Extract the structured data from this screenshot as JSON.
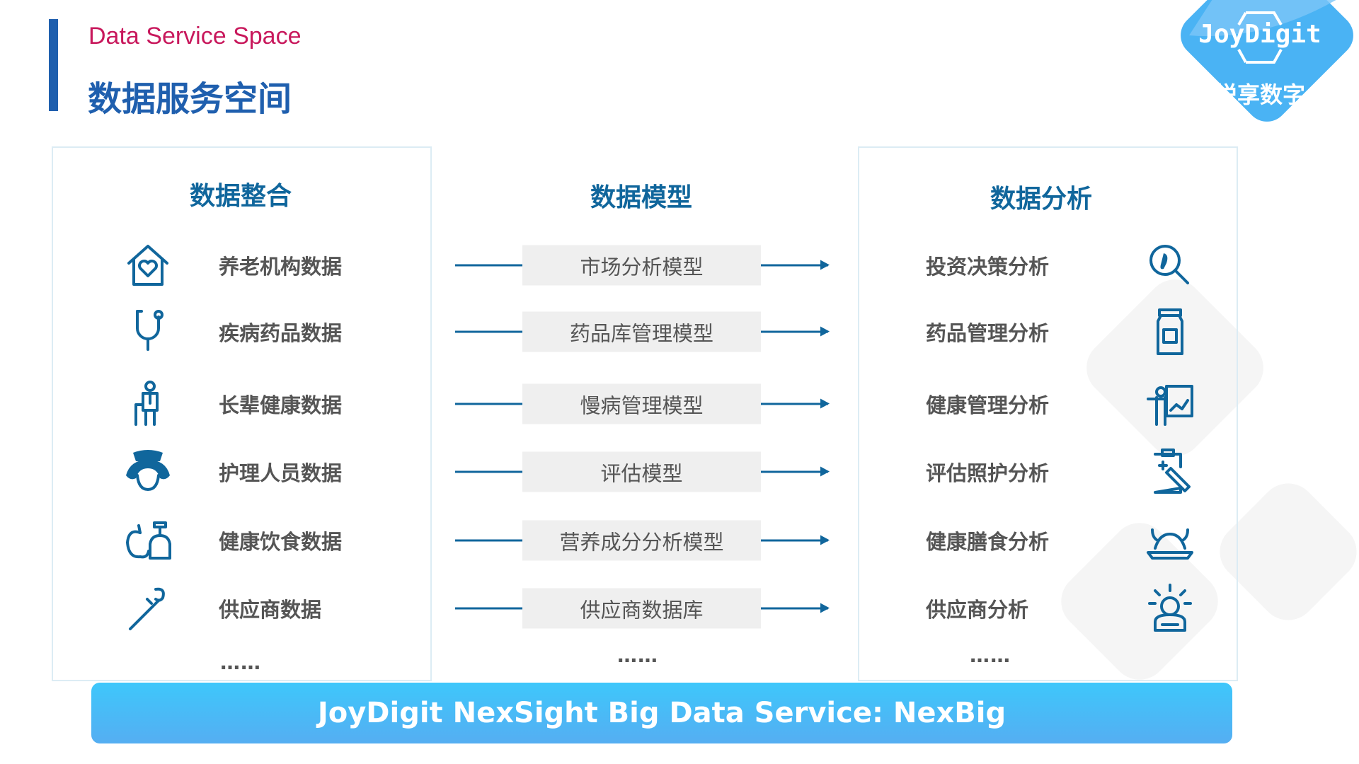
{
  "header": {
    "subtitle": "Data Service Space",
    "title": "数据服务空间"
  },
  "logo": {
    "text": "JoyDigit",
    "cn_text": "悦享数字",
    "colors": [
      "#7cc6f7",
      "#4ab3f4"
    ]
  },
  "columns": {
    "integration": {
      "title": "数据整合",
      "items": [
        {
          "label": "养老机构数据",
          "icon": "house-heart-icon"
        },
        {
          "label": "疾病药品数据",
          "icon": "stethoscope-icon"
        },
        {
          "label": "长辈健康数据",
          "icon": "elderly-person-icon"
        },
        {
          "label": "护理人员数据",
          "icon": "nurse-icon"
        },
        {
          "label": "健康饮食数据",
          "icon": "apple-food-icon"
        },
        {
          "label": "供应商数据",
          "icon": "wrench-icon"
        }
      ],
      "more": "……"
    },
    "models": {
      "title": "数据模型",
      "items": [
        "市场分析模型",
        "药品库管理模型",
        "慢病管理模型",
        "评估模型",
        "营养成分分析模型",
        "供应商数据库"
      ],
      "more": "……"
    },
    "analysis": {
      "title": "数据分析",
      "items": [
        {
          "label": "投资决策分析",
          "icon": "footprint-search-icon"
        },
        {
          "label": "药品管理分析",
          "icon": "medicine-jar-icon"
        },
        {
          "label": "健康管理分析",
          "icon": "presentation-chart-icon"
        },
        {
          "label": "评估照护分析",
          "icon": "clipboard-pen-icon"
        },
        {
          "label": "健康膳食分析",
          "icon": "food-platter-icon"
        },
        {
          "label": "供应商分析",
          "icon": "person-idea-icon"
        }
      ],
      "more": "……"
    }
  },
  "banner": {
    "text": "JoyDigit NexSight Big Data Service: NexBig"
  },
  "colors": {
    "accent": "#1f5fae",
    "subtitle": "#c8185c",
    "heading": "#10669c",
    "banner": "#3ec7fb"
  }
}
